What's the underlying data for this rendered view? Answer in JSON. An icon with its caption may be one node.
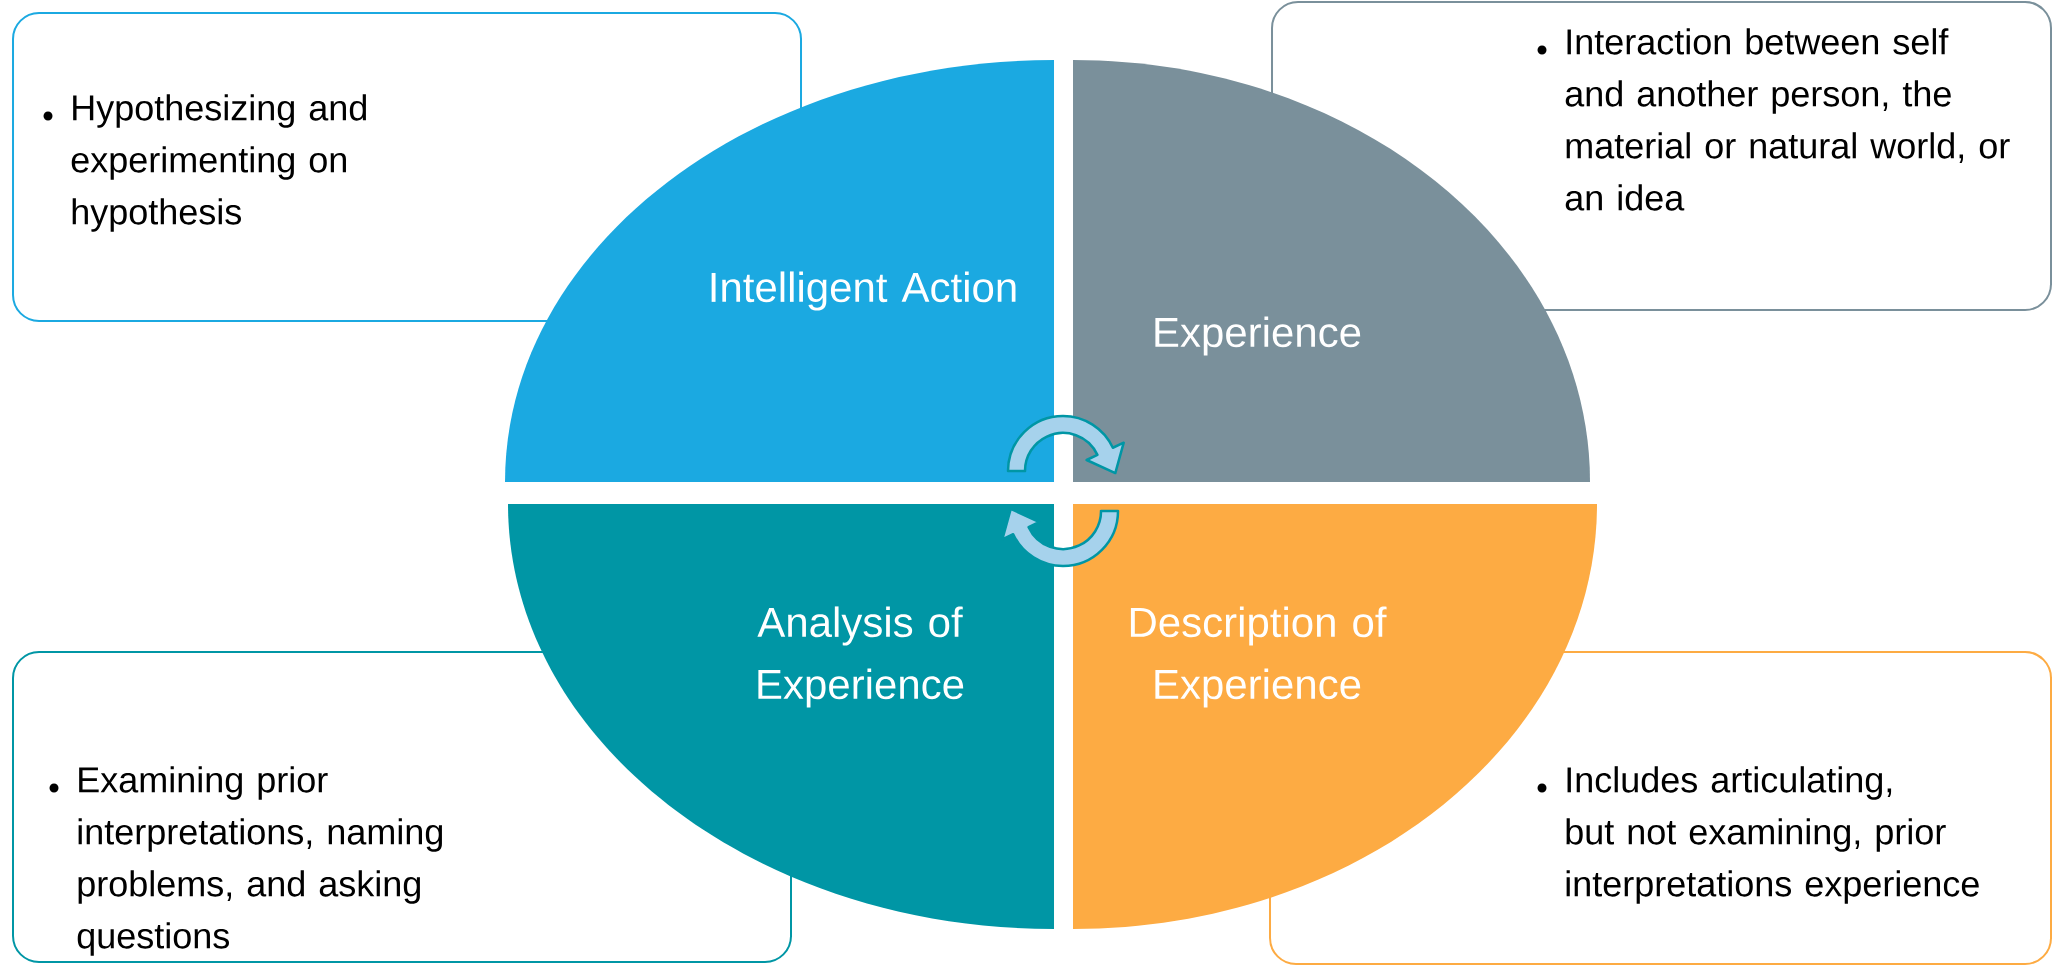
{
  "diagram": {
    "nodes": [
      {
        "text": [
          "Intelligent Action"
        ]
      },
      {
        "text": [
          "Experience"
        ]
      },
      {
        "text": [
          "Analysis of Experience"
        ]
      },
      {
        "text": [
          "Description of Experience"
        ]
      },
      {
        "text": [
          "Hypothesizing and experimenting on hypothesis"
        ]
      },
      {
        "text": [
          "Interaction between self and another person, the material or natural world, or an idea"
        ]
      },
      {
        "text": [
          "Examining prior interpretations, naming problems, and asking questions"
        ]
      },
      {
        "text": [
          "Includes articulating, but not examining, prior interpretations experience"
        ]
      }
    ],
    "edges": [
      {
        "from": 0,
        "to": 1,
        "arrow": "to"
      },
      {
        "from": 3,
        "to": 2,
        "arrow": "to"
      }
    ]
  }
}
